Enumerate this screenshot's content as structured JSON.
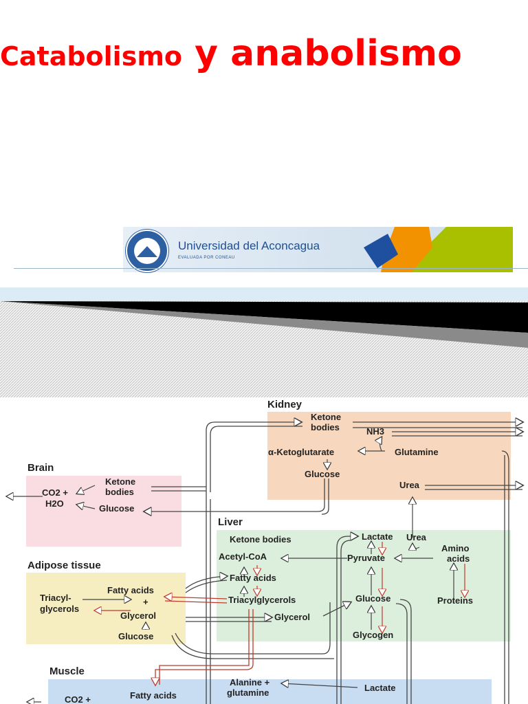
{
  "slide": {
    "title_part1": "Catabolismo",
    "title_part2": " y anabolismo",
    "title_color": "#ff0000"
  },
  "banner": {
    "university_name": "Universidad del Aconcagua",
    "university_subtitle": "EVALUADA POR CONEAU",
    "accent_colors": [
      "#1f4f9f",
      "#f39200",
      "#a8c000"
    ]
  },
  "diagram": {
    "sections": {
      "kidney": "Kidney",
      "brain": "Brain",
      "adipose": "Adipose tissue",
      "liver": "Liver",
      "muscle": "Muscle"
    },
    "section_colors": {
      "kidney": "#f7d8bf",
      "brain": "#f9dde2",
      "adipose": "#f6eec0",
      "liver": "#dcefdc",
      "muscle": "#c8dcf2"
    },
    "labels": {
      "kidney_ketone": "Ketone",
      "kidney_bodies": "bodies",
      "nh3": "NH3",
      "ketoglutarate": "α-Ketoglutarate",
      "kidney_glutamine": "Glutamine",
      "kidney_glucose": "Glucose",
      "urea_kidney": "Urea",
      "brain_ketone": "Ketone",
      "brain_bodies": "bodies",
      "brain_co2": "CO2 +",
      "brain_h2o": "H2O",
      "brain_glucose": "Glucose",
      "liver_ketone_bodies": "Ketone bodies",
      "liver_acetyl_coa": "Acetyl-CoA",
      "liver_fatty_acids": "Fatty acids",
      "liver_triacylglycerols": "Triacylglycerols",
      "liver_glycerol": "Glycerol",
      "liver_lactate": "Lactate",
      "liver_urea": "Urea",
      "liver_pyruvate": "Pyruvate",
      "liver_amino": "Amino",
      "liver_acids": "acids",
      "liver_proteins": "Proteins",
      "liver_glucose": "Glucose",
      "liver_glycogen": "Glycogen",
      "adipose_triacyl": "Triacyl-",
      "adipose_glycerols": "glycerols",
      "adipose_fatty_acids": "Fatty acids",
      "adipose_plus": "+",
      "adipose_glycerol": "Glycerol",
      "adipose_glucose": "Glucose",
      "muscle_fatty_acids": "Fatty acids",
      "muscle_co2": "CO2 +",
      "muscle_alanine": "Alanine +",
      "muscle_glutamine": "glutamine",
      "muscle_lactate": "Lactate"
    }
  }
}
